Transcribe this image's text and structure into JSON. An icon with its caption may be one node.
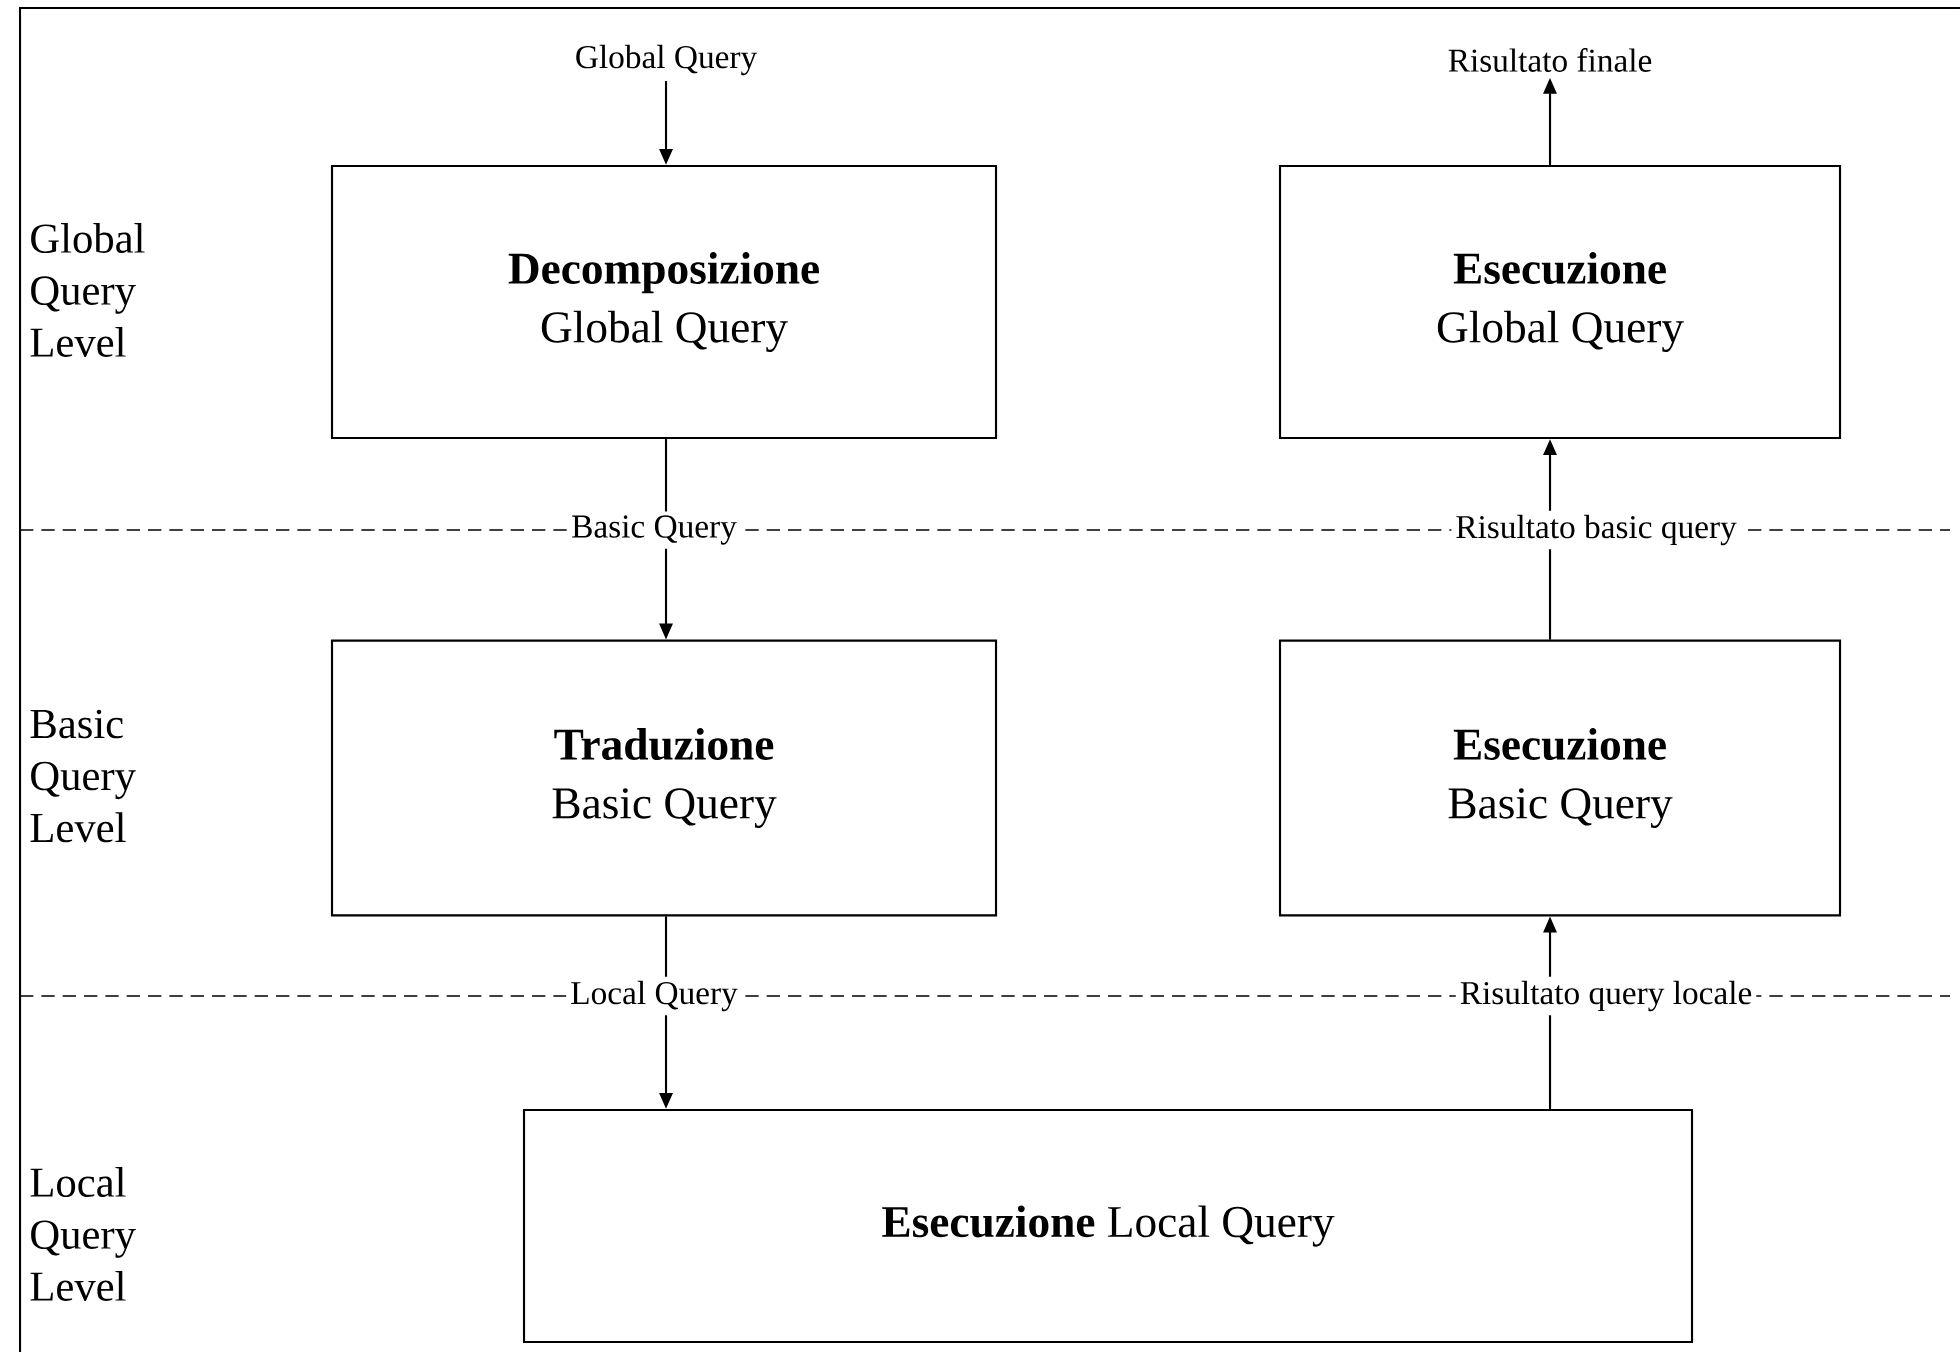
{
  "diagram": {
    "nodes": [
      {
        "text": [
          "Global Query"
        ]
      },
      {
        "text": [
          "Risultato finale"
        ]
      },
      {
        "text": [
          "Decomposizione",
          "Global Query"
        ]
      },
      {
        "text": [
          "Esecuzione",
          "Global Query"
        ]
      },
      {
        "text": [
          "Traduzione",
          "Basic Query"
        ]
      },
      {
        "text": [
          "Esecuzione",
          "Basic Query"
        ]
      },
      {
        "text": [
          "**Esecuzione** Local Query"
        ]
      }
    ],
    "edges": [
      {
        "from": 0,
        "to": 2,
        "arrow": "to"
      },
      {
        "from": 3,
        "to": 1,
        "arrow": "to"
      },
      {
        "from": 2,
        "to": 4,
        "arrow": "to",
        "label": "Basic Query"
      },
      {
        "from": 5,
        "to": 3,
        "arrow": "to",
        "label": "Risultato basic query"
      },
      {
        "from": 4,
        "to": 6,
        "arrow": "to",
        "label": "Local Query"
      },
      {
        "from": 6,
        "to": 5,
        "arrow": "to",
        "label": "Risultato query locale"
      }
    ],
    "labels": [
      "Global Query Level",
      "Basic Query Level",
      "Local Query Level"
    ]
  }
}
